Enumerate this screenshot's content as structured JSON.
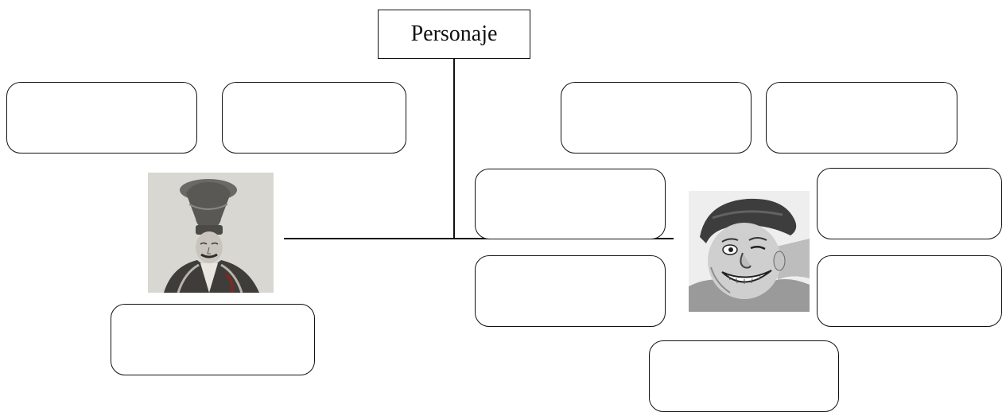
{
  "diagram": {
    "title": "Personaje",
    "boxes": [
      {
        "id": "box-left-top-1",
        "text": ""
      },
      {
        "id": "box-left-top-2",
        "text": ""
      },
      {
        "id": "box-left-bottom",
        "text": ""
      },
      {
        "id": "box-center-top",
        "text": ""
      },
      {
        "id": "box-center-bottom",
        "text": ""
      },
      {
        "id": "box-right-top-1",
        "text": ""
      },
      {
        "id": "box-right-top-2",
        "text": ""
      },
      {
        "id": "box-right-mid-1",
        "text": ""
      },
      {
        "id": "box-right-mid-2",
        "text": ""
      },
      {
        "id": "box-right-bottom",
        "text": ""
      }
    ],
    "portraits": [
      {
        "subject": "man-in-tall-hat-engraving"
      },
      {
        "subject": "grinning-man-in-cap-drawing"
      }
    ]
  }
}
